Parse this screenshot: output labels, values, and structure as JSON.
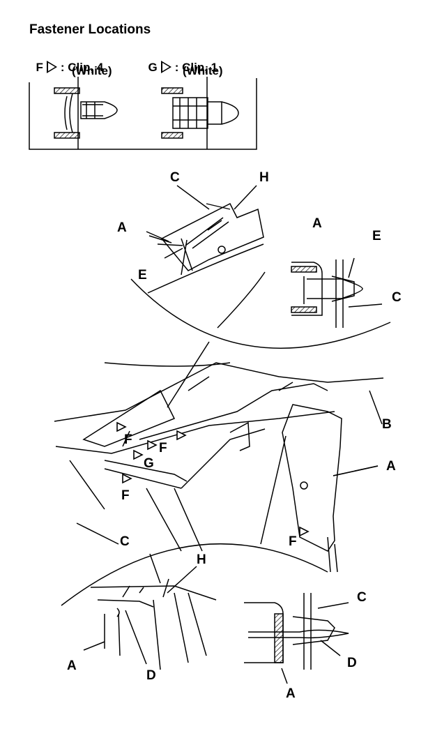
{
  "header": {
    "title": "Fastener Locations"
  },
  "legend": {
    "f": {
      "letter": "F",
      "text": ": Clip, 4",
      "sub": "(White)"
    },
    "g": {
      "letter": "G",
      "text": ": Clip, 1",
      "sub": "(White)"
    }
  },
  "callouts": {
    "a": "A",
    "b": "B",
    "c": "C",
    "d": "D",
    "e": "E",
    "f": "F",
    "g": "G",
    "h": "H"
  }
}
